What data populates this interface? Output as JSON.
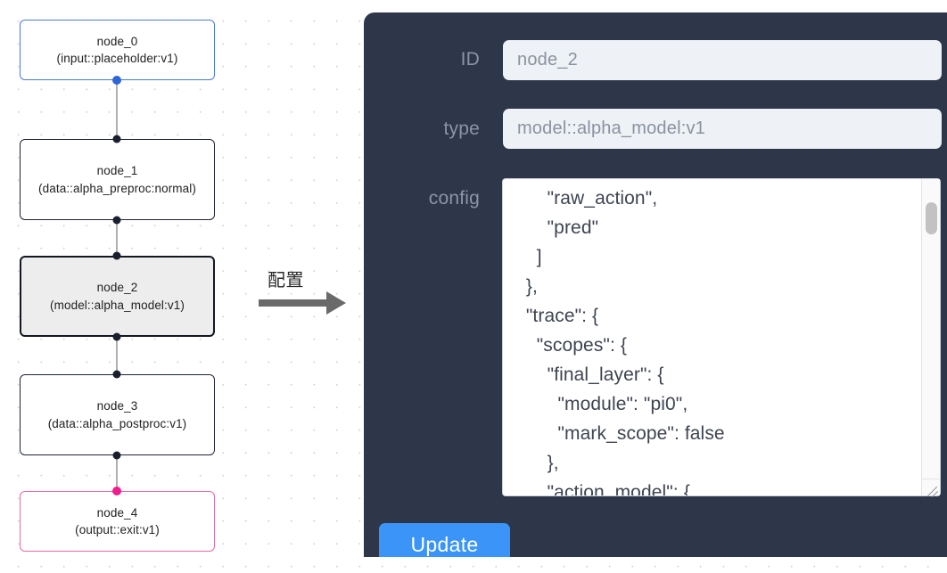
{
  "canvas": {
    "nodes": [
      {
        "id": "node_0",
        "type_line": "(input::placeholder:v1)",
        "variant": "input"
      },
      {
        "id": "node_1",
        "type_line": "(data::alpha_preproc:normal)",
        "variant": "default"
      },
      {
        "id": "node_2",
        "type_line": "(model::alpha_model:v1)",
        "variant": "selected"
      },
      {
        "id": "node_3",
        "type_line": "(data::alpha_postproc:v1)",
        "variant": "default"
      },
      {
        "id": "node_4",
        "type_line": "(output::exit:v1)",
        "variant": "output"
      }
    ],
    "colors": {
      "input_border": "#4a7bd0",
      "output_border": "#e06c9f",
      "default_border": "#1f2433",
      "selected_fill": "#ededed",
      "handle_default": "#1a1f2e",
      "handle_input": "#2f66d6",
      "handle_output": "#f21b8f",
      "edge": "#b0b0b0"
    }
  },
  "annotation": {
    "label": "配置",
    "arrow_color": "#6a6a6a"
  },
  "inspector": {
    "panel_color": "#2d3749",
    "accent_color": "#3b95f8",
    "fields": {
      "id": {
        "label": "ID",
        "value": "node_2"
      },
      "type": {
        "label": "type",
        "value": "model::alpha_model:v1"
      },
      "config": {
        "label": "config",
        "value": "      \"raw_action\",\n      \"pred\"\n    ]\n  },\n  \"trace\": {\n    \"scopes\": {\n      \"final_layer\": {\n        \"module\": \"pi0\",\n        \"mark_scope\": false\n      },\n      \"action_model\": {"
      }
    },
    "update_button": {
      "label": "Update"
    }
  }
}
